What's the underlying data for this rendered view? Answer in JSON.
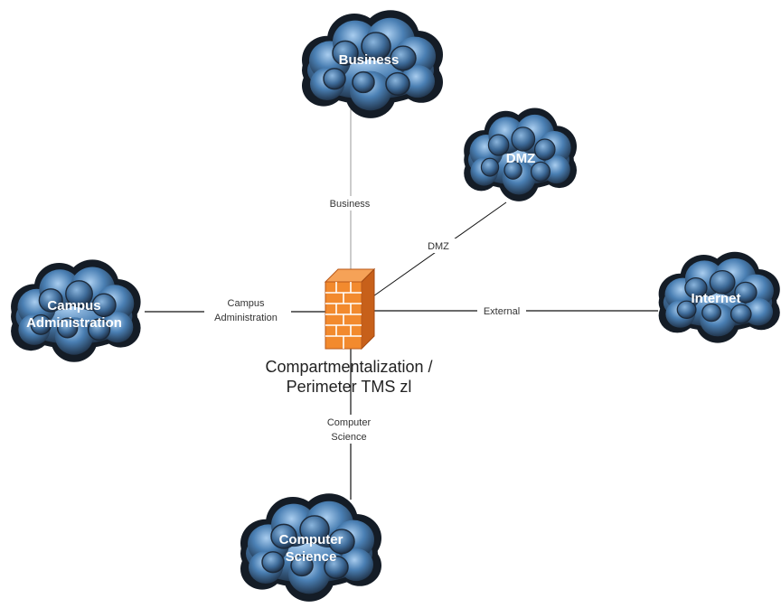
{
  "firewall": {
    "caption_line1": "Compartmentalization /",
    "caption_line2": "Perimeter TMS zl"
  },
  "clouds": {
    "business": "Business",
    "dmz": "DMZ",
    "campus_line1": "Campus",
    "campus_line2": "Administration",
    "internet": "Internet",
    "cs_line1": "Computer",
    "cs_line2": "Science"
  },
  "links": {
    "business": "Business",
    "dmz": "DMZ",
    "campus_line1": "Campus",
    "campus_line2": "Administration",
    "external": "External",
    "cs_line1": "Computer",
    "cs_line2": "Science"
  },
  "colors": {
    "cloud_dark": "#1b2532",
    "cloud_mid": "#3f6f9e",
    "cloud_light": "#8fb9e0",
    "firewall_front": "#f28a2e",
    "firewall_side": "#c7601a",
    "mortar": "#ffffff",
    "line_dark": "#111111",
    "line_light": "#999999"
  }
}
